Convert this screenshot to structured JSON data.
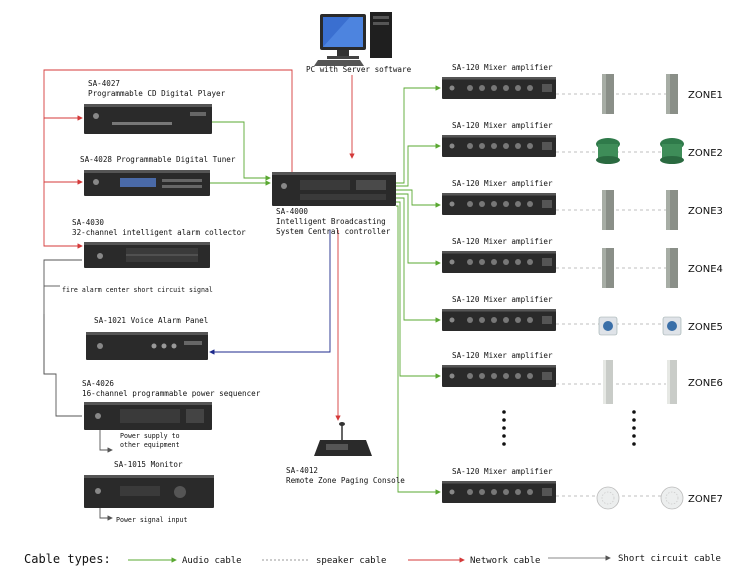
{
  "pc": {
    "label": "PC with Server software"
  },
  "devices": {
    "sa4027": {
      "model": "SA-4027",
      "desc": "Programmable CD Digital Player"
    },
    "sa4028": {
      "label": "SA-4028 Programmable Digital Tuner"
    },
    "sa4030": {
      "model": "SA-4030",
      "desc": "32-channel intelligent alarm collector"
    },
    "fire_note": "fire alarm center short circuit signal",
    "sa1021": {
      "label": "SA-1021 Voice Alarm Panel"
    },
    "sa4026": {
      "model": "SA-4026",
      "desc": "16-channel programmable power sequencer"
    },
    "power_note_1": "Power supply to",
    "power_note_2": "other equipment",
    "sa1015": {
      "label": "SA-1015 Monitor"
    },
    "power_input": "Power signal input",
    "sa4000": {
      "model": "SA-4000",
      "line1": "Intelligent Broadcasting",
      "line2": "System Central controller"
    },
    "sa4012": {
      "model": "SA-4012",
      "desc": "Remote Zone Paging Console"
    }
  },
  "amplifiers": [
    {
      "label": "SA-120 Mixer amplifier",
      "zone": "ZONE1",
      "speaker": "column"
    },
    {
      "label": "SA-120 Mixer amplifier",
      "zone": "ZONE2",
      "speaker": "garden"
    },
    {
      "label": "SA-120 Mixer amplifier",
      "zone": "ZONE3",
      "speaker": "column"
    },
    {
      "label": "SA-120 Mixer amplifier",
      "zone": "ZONE4",
      "speaker": "column"
    },
    {
      "label": "SA-120 Mixer amplifier",
      "zone": "ZONE5",
      "speaker": "wall"
    },
    {
      "label": "SA-120 Mixer amplifier",
      "zone": "ZONE6",
      "speaker": "tall-column"
    },
    {
      "label": "SA-120 Mixer amplifier",
      "zone": "ZONE7",
      "speaker": "ceiling"
    }
  ],
  "legend": {
    "title": "Cable types:",
    "items": [
      {
        "label": "Audio cable",
        "color": "#5aa832"
      },
      {
        "label": "speaker cable",
        "color": "#999999"
      },
      {
        "label": "Network cable",
        "color": "#d43a3a"
      },
      {
        "label": "Short circuit cable",
        "color": "#888888"
      }
    ]
  },
  "colors": {
    "audio": "#5aa832",
    "network": "#d43a3a",
    "control": "#1d2a8c",
    "speaker": "#999999",
    "device": "#2a2a2a"
  }
}
